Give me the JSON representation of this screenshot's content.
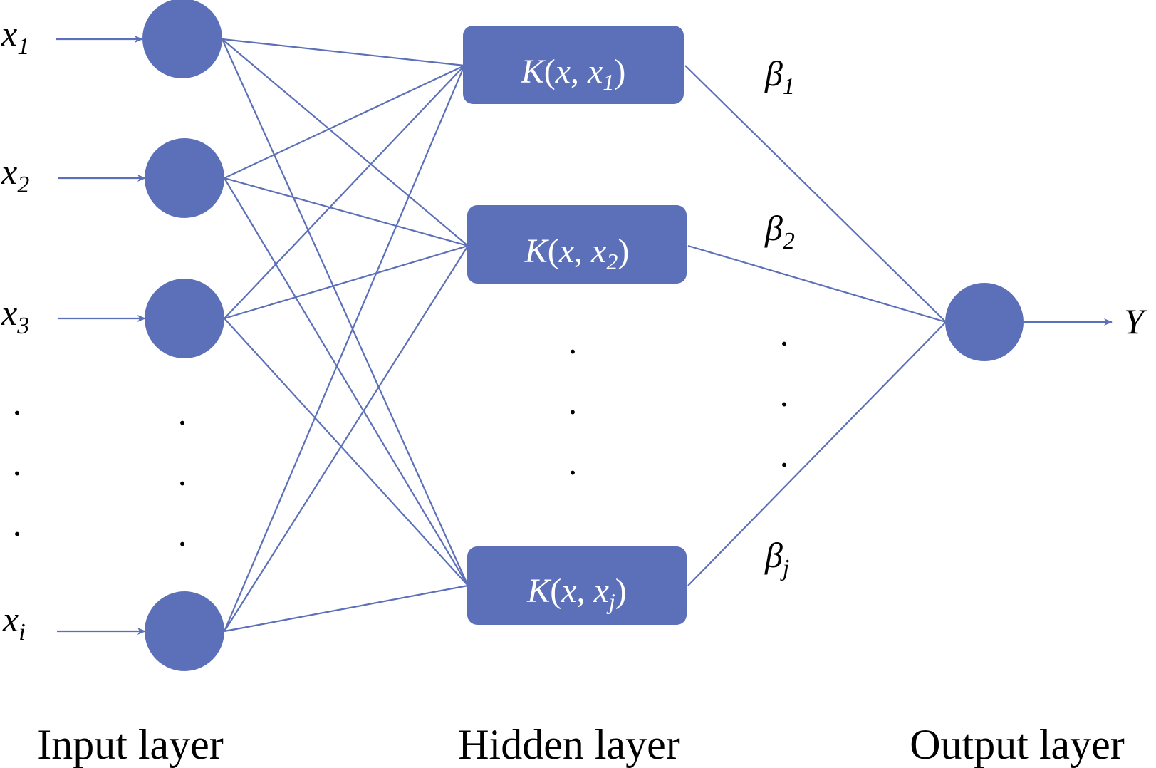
{
  "inputs": [
    {
      "var": "x",
      "sub": "1"
    },
    {
      "var": "x",
      "sub": "2"
    },
    {
      "var": "x",
      "sub": "3"
    },
    {
      "var": "x",
      "sub": "i"
    }
  ],
  "hidden": [
    {
      "fn": "K",
      "open": "(",
      "var": "x",
      "comma": ",",
      "arg": "x",
      "sub": "1",
      "close": ")"
    },
    {
      "fn": "K",
      "open": "(",
      "var": "x",
      "comma": ",",
      "arg": "x",
      "sub": "2",
      "close": ")"
    },
    {
      "fn": "K",
      "open": "(",
      "var": "x",
      "comma": ",",
      "arg": "x",
      "sub": "j",
      "close": ")"
    }
  ],
  "weights": [
    {
      "sym": "β",
      "sub": "1"
    },
    {
      "sym": "β",
      "sub": "2"
    },
    {
      "sym": "β",
      "sub": "j"
    }
  ],
  "output": {
    "label": "Y"
  },
  "ellipsis": ".",
  "layers": {
    "input": "Input layer",
    "hidden": "Hidden layer",
    "output": "Output layer"
  },
  "colors": {
    "node": "#5B70B8",
    "edge": "#5B70B8",
    "text": "#000000",
    "box_text": "#ffffff"
  }
}
